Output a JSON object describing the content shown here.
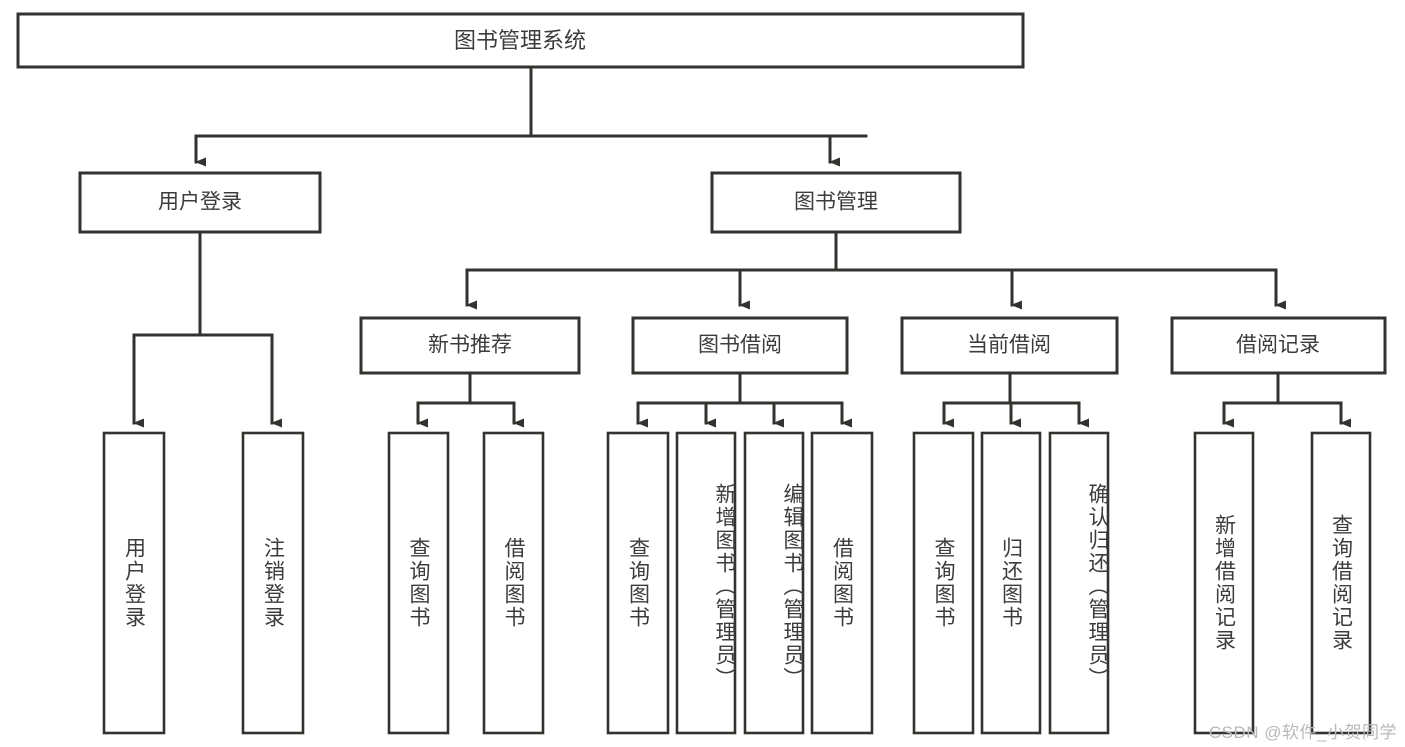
{
  "diagram": {
    "type": "tree",
    "title": "图书管理系统",
    "root": {
      "label": "图书管理系统"
    },
    "level1": [
      {
        "label": "用户登录"
      },
      {
        "label": "图书管理"
      }
    ],
    "level2": [
      {
        "label": "新书推荐"
      },
      {
        "label": "图书借阅"
      },
      {
        "label": "当前借阅"
      },
      {
        "label": "借阅记录"
      }
    ],
    "leaves": {
      "user_login": [
        {
          "label": "用户登录"
        },
        {
          "label": "注销登录"
        }
      ],
      "new_book_recommend": [
        {
          "label": "查询图书"
        },
        {
          "label": "借阅图书"
        }
      ],
      "book_borrow": [
        {
          "label": "查询图书"
        },
        {
          "label": "新增图书（管理员）"
        },
        {
          "label": "编辑图书（管理员）"
        },
        {
          "label": "借阅图书"
        }
      ],
      "current_borrow": [
        {
          "label": "查询图书"
        },
        {
          "label": "归还图书"
        },
        {
          "label": "确认归还（管理员）"
        }
      ],
      "borrow_record": [
        {
          "label": "新增借阅记录"
        },
        {
          "label": "查询借阅记录"
        }
      ]
    }
  },
  "watermark": {
    "text": "CSDN @软件_小贺同学"
  },
  "colors": {
    "box_stroke": "#33322f",
    "box_fill": "#ffffff",
    "text": "#3c3c3c",
    "watermark": "#b9b9b9",
    "background": "#ffffff"
  }
}
